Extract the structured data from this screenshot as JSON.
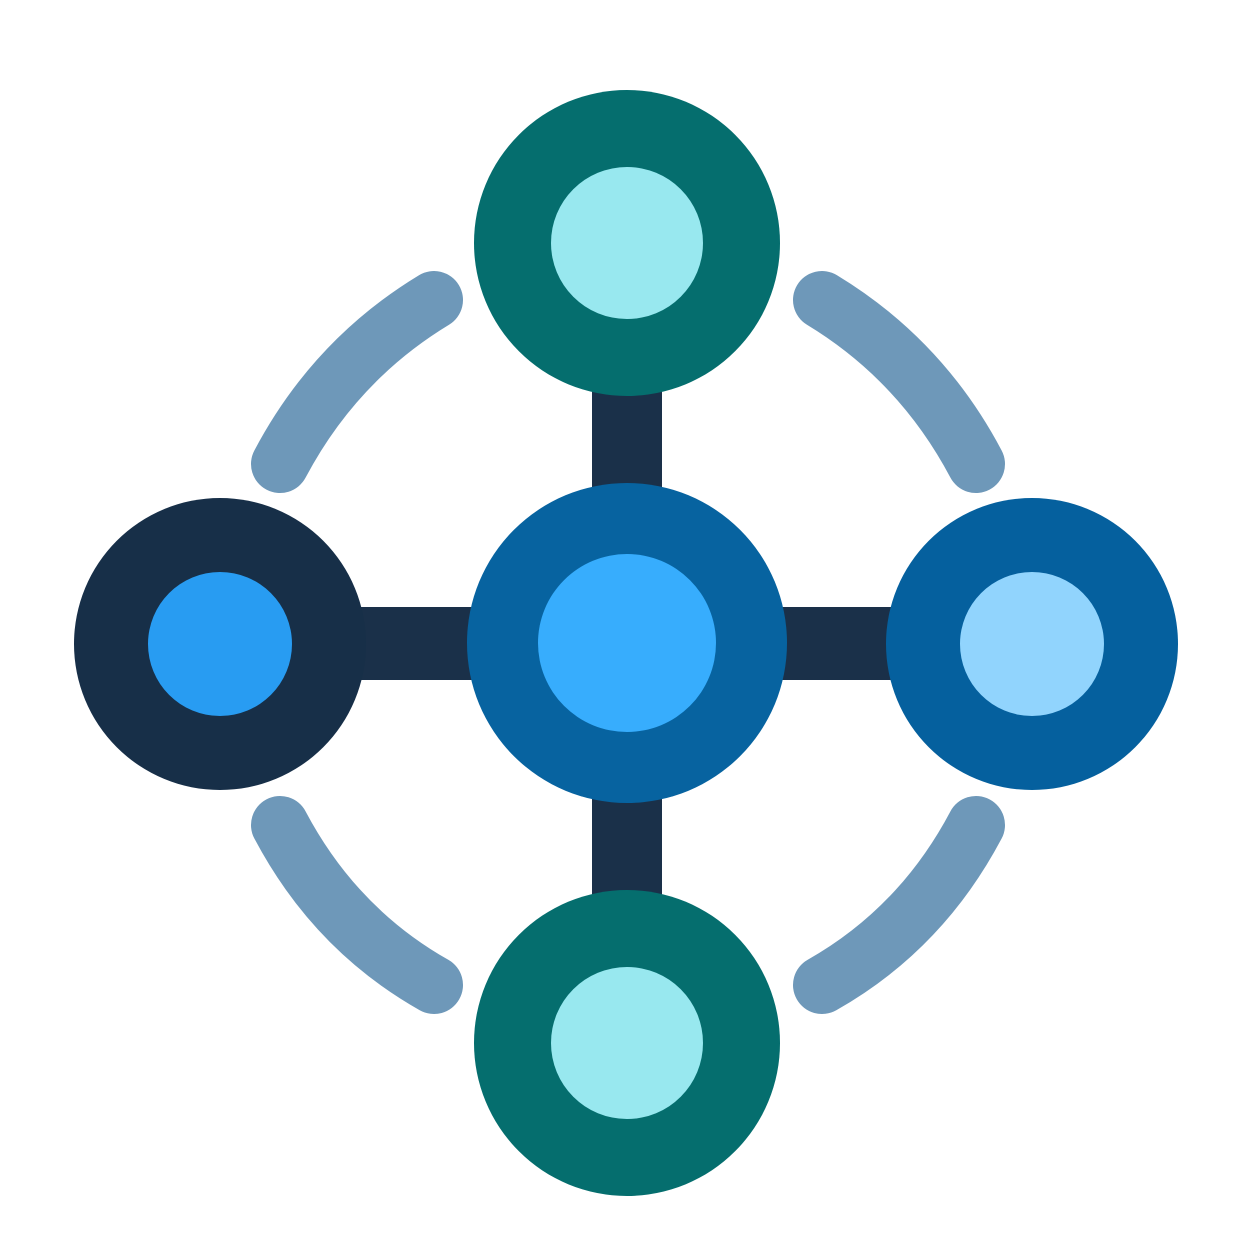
{
  "icon": {
    "name": "network-hub-icon",
    "colors": {
      "background": "#ffffff",
      "connector": "#1a3049",
      "arc": "#6e98b9",
      "teal_ring": "#056e6e",
      "teal_core": "#98e8ef",
      "center_ring": "#0763a0",
      "center_core": "#37adfd",
      "left_ring": "#172f48",
      "left_core": "#289cf2",
      "right_ring": "#05609e",
      "right_core": "#91d4fd"
    },
    "nodes": [
      {
        "id": "top",
        "ring": "teal_ring",
        "core": "teal_core"
      },
      {
        "id": "left",
        "ring": "left_ring",
        "core": "left_core"
      },
      {
        "id": "center",
        "ring": "center_ring",
        "core": "center_core"
      },
      {
        "id": "right",
        "ring": "right_ring",
        "core": "right_core"
      },
      {
        "id": "bottom",
        "ring": "teal_ring",
        "core": "teal_core"
      }
    ],
    "arcs": [
      "top-left",
      "top-right",
      "bottom-left",
      "bottom-right"
    ]
  }
}
